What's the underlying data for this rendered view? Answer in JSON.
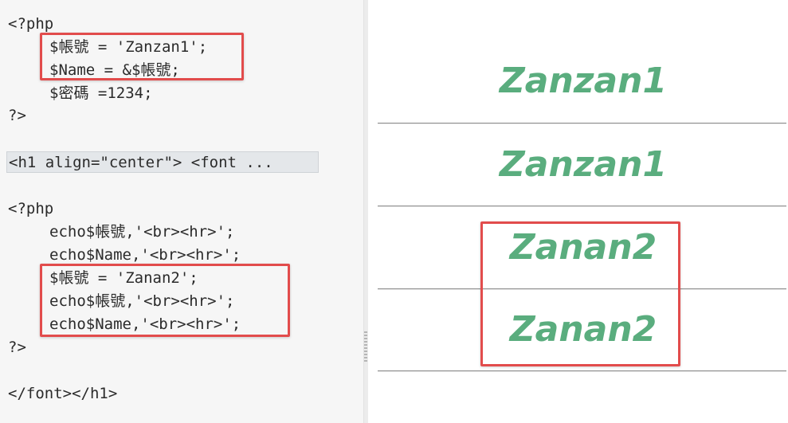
{
  "editor": {
    "lines": [
      "<?php",
      "$帳號 = 'Zanzan1';",
      "$Name = &$帳號;",
      "$密碼 =1234;",
      "?>",
      "<h1 align=\"center\"> <font ...",
      "<?php",
      "echo$帳號,'<br><hr>';",
      "echo$Name,'<br><hr>';",
      "$帳號 = 'Zanan2';",
      "echo$帳號,'<br><hr>';",
      "echo$Name,'<br><hr>';",
      "?>",
      "</font></h1>"
    ]
  },
  "preview": {
    "outputs": [
      "Zanzan1",
      "Zanzan1",
      "Zanan2",
      "Zanan2"
    ]
  },
  "colors": {
    "output_text": "#5aad7e",
    "highlight_border": "#e24c4c",
    "editor_bg": "#f6f6f6"
  }
}
